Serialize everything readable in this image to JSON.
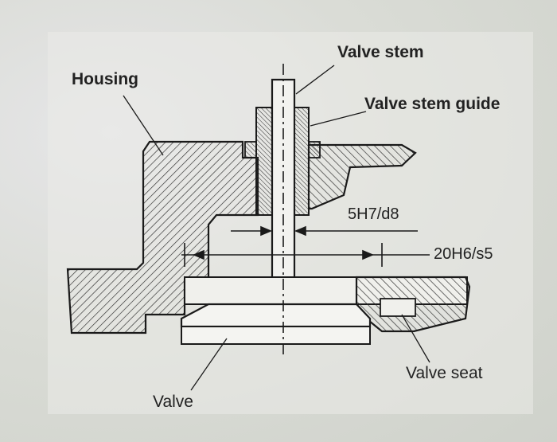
{
  "labels": {
    "valve_stem": "Valve stem",
    "housing": "Housing",
    "valve_stem_guide": "Valve stem guide",
    "fit_stem": "5H7/d8",
    "fit_seat": "20H6/s5",
    "valve_seat": "Valve seat",
    "valve": "Valve"
  },
  "colors": {
    "line": "#1a1a1a",
    "paper": "#ececea",
    "hatch": "#2a2a2a"
  }
}
